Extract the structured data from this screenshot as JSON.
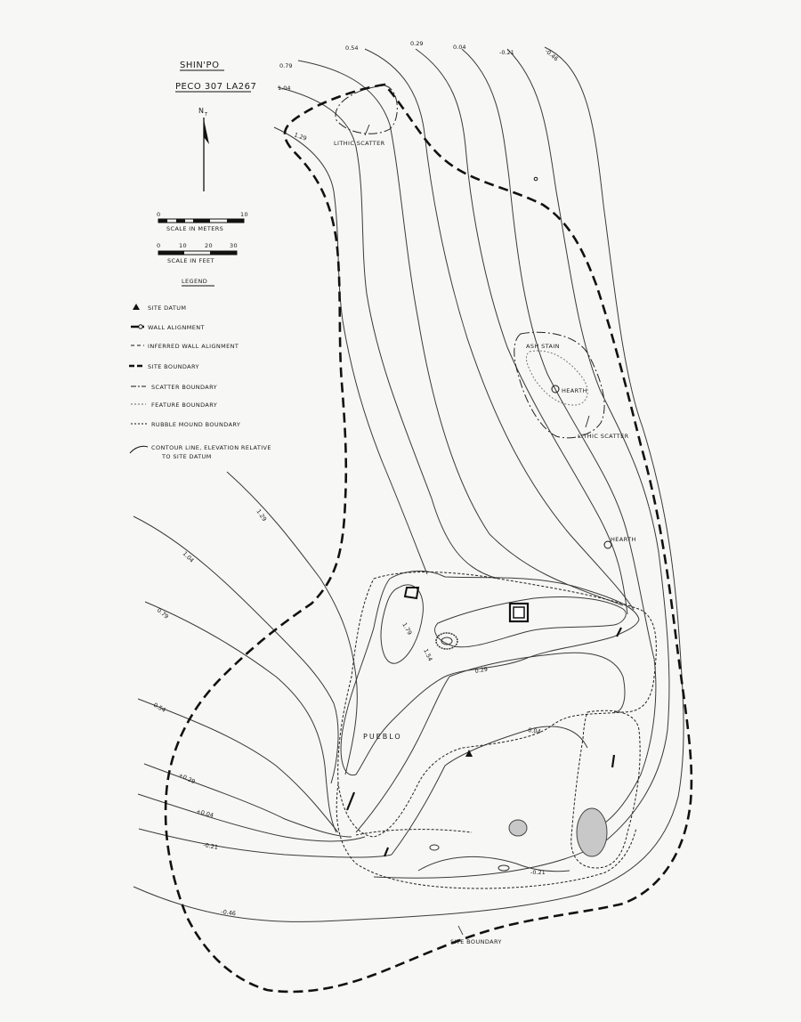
{
  "title": {
    "line1": "SHIN'PO",
    "line2": "PECO 307  LA267"
  },
  "north": {
    "label": "N",
    "sub": "T"
  },
  "scale_meters": {
    "ticks": [
      "0",
      "10"
    ],
    "label": "SCALE IN METERS"
  },
  "scale_feet": {
    "ticks": [
      "0",
      "10",
      "20",
      "30"
    ],
    "label": "SCALE IN FEET"
  },
  "legend": {
    "title": "LEGEND",
    "items": [
      {
        "icon": "triangle-icon",
        "label": "SITE DATUM"
      },
      {
        "icon": "wall-alignment-symbol",
        "label": "WALL ALIGNMENT"
      },
      {
        "icon": "inferred-wall-symbol",
        "label": "INFERRED WALL ALIGNMENT"
      },
      {
        "icon": "site-boundary-symbol",
        "label": "SITE BOUNDARY"
      },
      {
        "icon": "scatter-boundary-symbol",
        "label": "SCATTER BOUNDARY"
      },
      {
        "icon": "feature-boundary-symbol",
        "label": "FEATURE BOUNDARY"
      },
      {
        "icon": "rubble-mound-symbol",
        "label": "RUBBLE MOUND BOUNDARY"
      },
      {
        "icon": "contour-line-symbol",
        "label": "CONTOUR LINE, ELEVATION RELATIVE",
        "label2": "TO SITE DATUM"
      }
    ]
  },
  "labels": {
    "lithic_scatter_north": "LITHIC SCATTER",
    "lithic_scatter_east": "LITHIC SCATTER",
    "ash_stain": "ASH STAIN",
    "hearth_1": "HEARTH",
    "hearth_2": "HEARTH",
    "pueblo": "PUEBLO",
    "site_boundary": "SITE BOUNDARY"
  },
  "contour_labels": {
    "top": [
      "0.54",
      "0.29",
      "0.04",
      "-0.21",
      "-0.46",
      "0.79",
      "1.04",
      "1.29"
    ],
    "left": [
      "1.29",
      "1.04",
      "0.79",
      "0.54",
      "+0.29",
      "+0.04",
      "-0.21",
      "-0.46"
    ],
    "inner": [
      "1.79",
      "1.54",
      "0.29",
      "0.04",
      "-0.21"
    ]
  },
  "colors": {
    "ink": "#111111",
    "paper": "#f7f7f5",
    "fill_gray": "#c8c8c8"
  }
}
